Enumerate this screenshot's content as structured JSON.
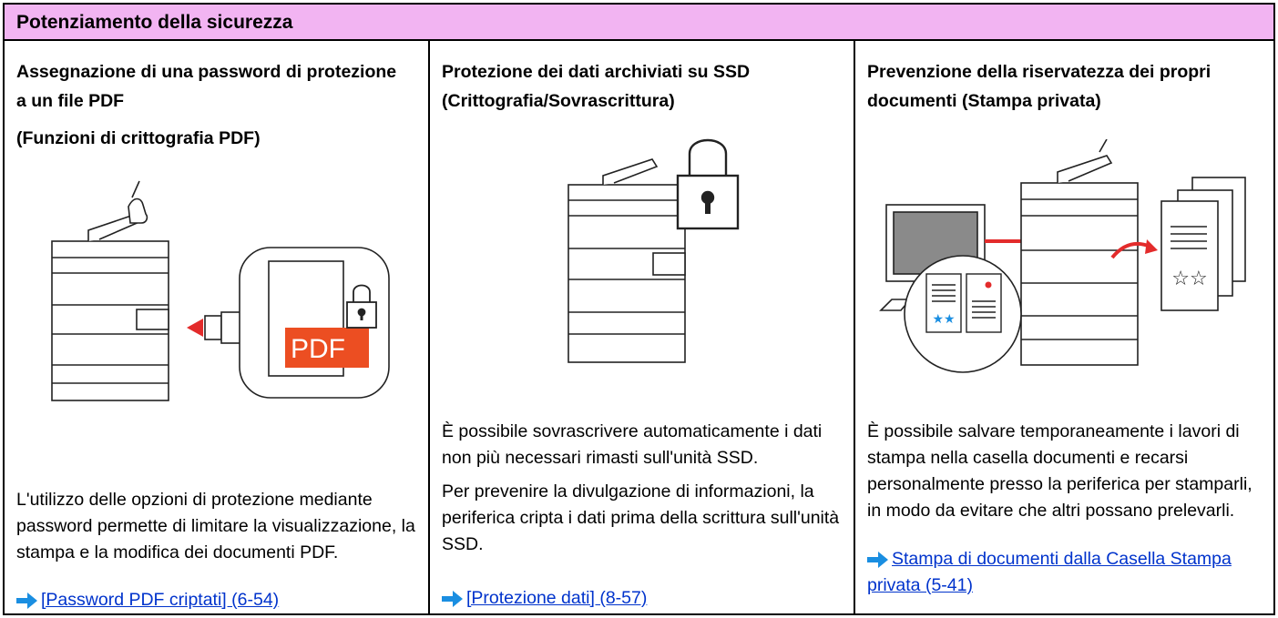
{
  "header": {
    "title": "Potenziamento della sicurezza"
  },
  "columns": [
    {
      "title": "Assegnazione di una password di protezione a un file PDF",
      "subtitle": "(Funzioni di crittografia PDF)",
      "illustration_text": "PDF",
      "paragraphs": [
        "L'utilizzo delle opzioni di protezione mediante password permette di limitare la visualizzazione, la stampa e la modifica dei documenti PDF."
      ],
      "link": "[Password PDF criptati] (6-54)"
    },
    {
      "title": "Protezione dei dati archiviati su SSD (Crittografia/Sovrascrittura)",
      "paragraphs": [
        "È possibile sovrascrivere automaticamente i dati non più necessari rimasti sull'unità SSD.",
        "Per prevenire la divulgazione di informazioni, la periferica cripta i dati prima della scrittura sull'unità SSD."
      ],
      "link": "[Protezione dati] (8-57)"
    },
    {
      "title": "Prevenzione della riservatezza dei propri documenti (Stampa privata)",
      "paragraphs": [
        "È possibile salvare temporaneamente i lavori di stampa nella casella documenti e recarsi personalmente presso la periferica per stamparli, in modo da evitare che altri possano prelevarli."
      ],
      "link": "Stampa di documenti dalla Casella Stampa privata (5-41)"
    }
  ],
  "icons": {
    "arrow": "right-arrow-icon",
    "lock": "padlock-icon",
    "star": "star-icon"
  },
  "colors": {
    "header_bg": "#f2b4f2",
    "link": "#0033cc",
    "accent_red": "#e32b2b",
    "pdf_orange": "#ec4e22",
    "arrow_blue": "#1a8ee1"
  }
}
